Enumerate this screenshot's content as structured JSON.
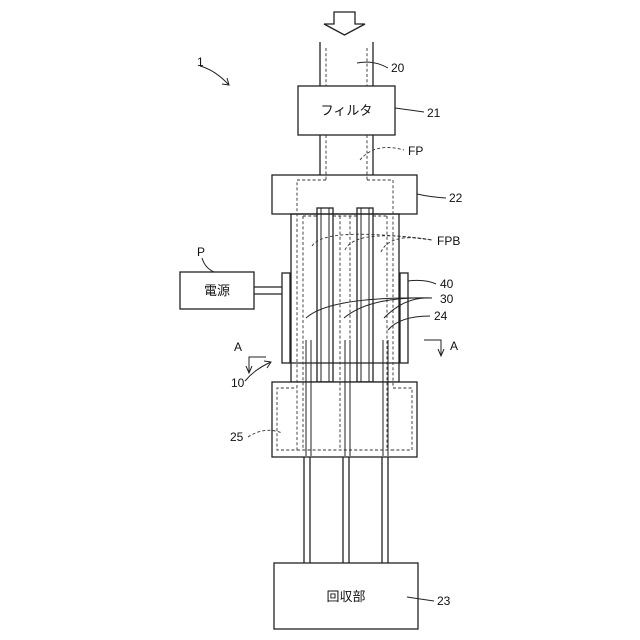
{
  "boxes": {
    "filter": "フィルタ",
    "power": "電源",
    "recovery": "回収部"
  },
  "labels": {
    "system": "1",
    "pipe": "20",
    "filter": "21",
    "fp": "FP",
    "header": "22",
    "fpb": "FPB",
    "power": "P",
    "electrode": "40",
    "fibers": "30",
    "ground_tubes": "24",
    "section_left": "A",
    "section_right": "A",
    "device": "10",
    "collector": "25",
    "recovery": "23"
  }
}
